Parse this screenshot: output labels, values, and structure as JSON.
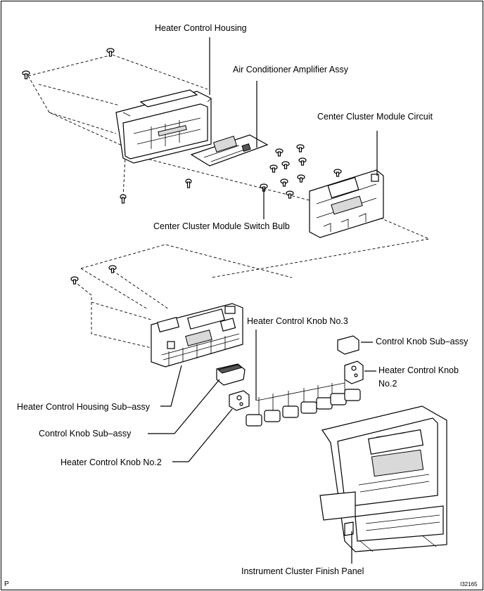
{
  "labels": {
    "heater_control_housing": "Heater Control Housing",
    "ac_amplifier_assy": "Air Conditioner Amplifier Assy",
    "center_cluster_module_circuit": "Center Cluster Module Circuit",
    "center_cluster_module_switch_bulb": "Center Cluster Module Switch Bulb",
    "heater_control_knob_no3": "Heater Control Knob No.3",
    "control_knob_sub_assy_right": "Control Knob Sub–assy",
    "heater_control_knob_no2_right_line1": "Heater Control Knob",
    "heater_control_knob_no2_right_line2": "No.2",
    "heater_control_housing_sub_assy": "Heater Control Housing Sub–assy",
    "control_knob_sub_assy_left": "Control Knob Sub–assy",
    "heater_control_knob_no2_left": "Heater Control Knob No.2",
    "instrument_cluster_finish_panel": "Instrument Cluster Finish Panel"
  },
  "corner_marks": {
    "bottom_left": "P",
    "figure_id": "I32165"
  }
}
